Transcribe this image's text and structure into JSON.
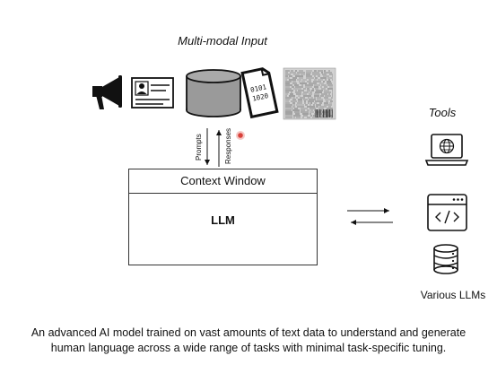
{
  "input_title": "Multi-modal Input",
  "tools_title": "Tools",
  "context_window_label": "Context Window",
  "llm_label": "LLM",
  "prompts_label": "Prompts",
  "responses_label": "Responses",
  "binary_text_line1": "0101",
  "binary_text_line2": "1020",
  "various_llms_label": "Various LLMs",
  "caption_line1": "An advanced AI model trained on vast amounts of text data to understand and generate",
  "caption_line2": "human language across a wide range of tasks with minimal task-specific tuning.",
  "icons": [
    "megaphone-icon",
    "id-card-icon",
    "database-icon",
    "binary-document-icon",
    "scanned-document-icon",
    "laptop-globe-icon",
    "code-window-icon",
    "server-stack-icon"
  ],
  "colors": {
    "icon_gray": "#9a9a9a",
    "icon_dark": "#111111",
    "pointer_red": "#d9413a"
  }
}
